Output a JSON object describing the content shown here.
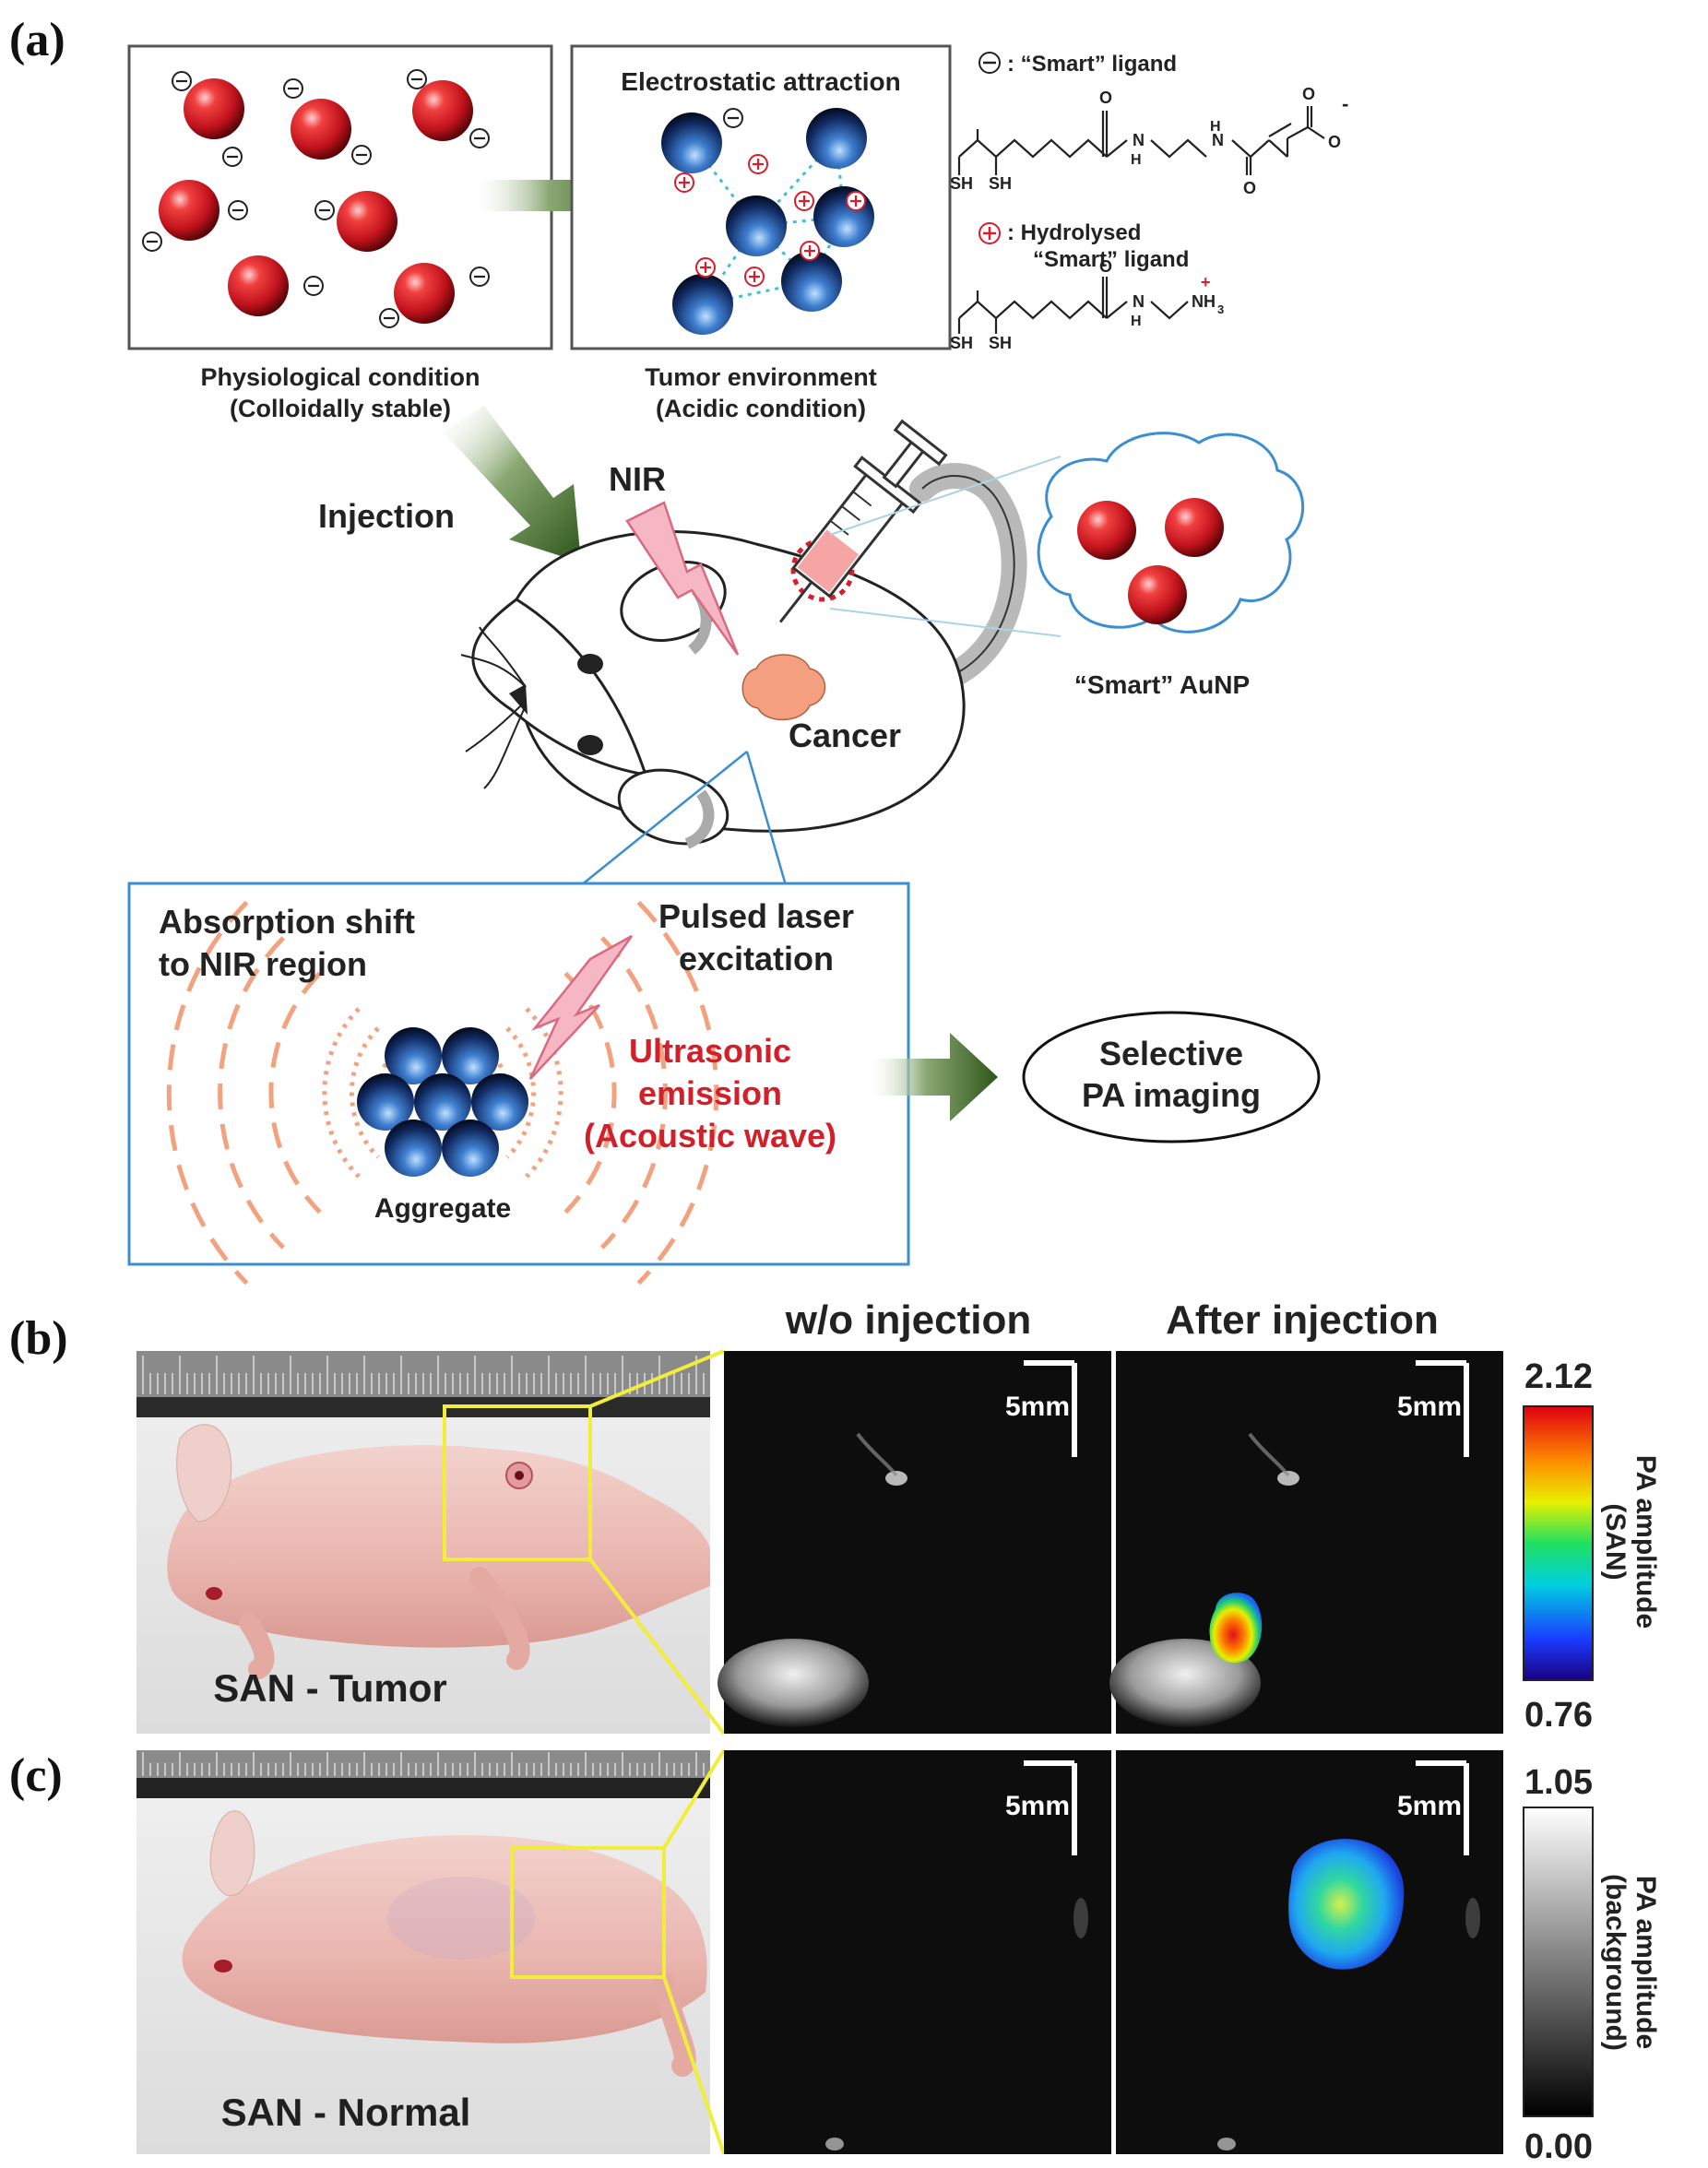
{
  "panels": {
    "a": {
      "letter": "(a)",
      "box1_caption": [
        "Physiological condition",
        "(Colloidally stable)"
      ],
      "box2_title": "Electrostatic attraction",
      "box2_caption": [
        "Tumor environment",
        "(Acidic condition)"
      ],
      "legend_smart": ": “Smart” ligand",
      "legend_hydro": [
        ": Hydrolysed",
        "“Smart” ligand"
      ],
      "chem": {
        "sh": "SH",
        "n_h": "H",
        "nh3": "NH",
        "nh3_sub": "3",
        "minus": "-",
        "plus": "+"
      },
      "injection": "Injection",
      "nir": "NIR",
      "cancer": "Cancer",
      "smart_aunp": "“Smart” AuNP",
      "bottom_box": {
        "absorption": [
          "Absorption shift",
          "to NIR region"
        ],
        "pulsed": [
          "Pulsed laser",
          "excitation"
        ],
        "ultrasonic": [
          "Ultrasonic",
          "emission",
          "(Acoustic wave)"
        ],
        "aggregate": "Aggregate"
      },
      "selective": [
        "Selective",
        "PA imaging"
      ]
    },
    "b": {
      "letter": "(b)",
      "header_without": "w/o injection",
      "header_after": "After injection",
      "photo_label": "SAN - Tumor",
      "scale_label": "5mm",
      "colorbar_max": "2.12",
      "colorbar_min": "0.76",
      "colorbar_title": [
        "PA amplitude",
        "(SAN)"
      ]
    },
    "c": {
      "letter": "(c)",
      "photo_label": "SAN - Normal",
      "scale_label": "5mm",
      "colorbar_max": "1.05",
      "colorbar_min": "0.00",
      "colorbar_title": [
        "PA amplitude",
        "(background)"
      ]
    }
  },
  "colors": {
    "np_red": "#d81e2a",
    "np_blue": "#1b3f8c",
    "arrow_green": "#2f5a1c",
    "ultrasonic_red": "#d2202b",
    "dash_orange": "#f2a27e",
    "box_blue": "#3b8fd0",
    "scan_bg": "#0d0d0d"
  }
}
